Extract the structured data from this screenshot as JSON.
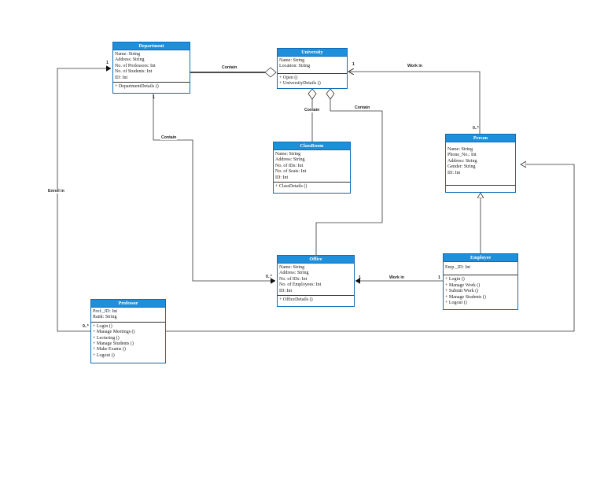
{
  "classes": {
    "department": {
      "title": "Department",
      "attributes": [
        "Name: String",
        "Address: String",
        "No. of Professors: Int",
        "No. of Students: Int",
        "ID: Int"
      ],
      "operations": [
        "+ DepartmentDetails ()"
      ]
    },
    "university": {
      "title": "University",
      "attributes": [
        "Name: String",
        "Location: String"
      ],
      "operations": [
        "+ Open ()",
        "+ UniversityDetails ()"
      ]
    },
    "classroom": {
      "title": "ClassRoom",
      "attributes": [
        "Name: String",
        "Address: String",
        "No. of IDs: Int",
        "No. of Seats: Int",
        "ID: Int"
      ],
      "operations": [
        "+ ClassDetails ()"
      ]
    },
    "person": {
      "title": "Person",
      "attributes": [
        "Name: String",
        "Phone_No.: Int",
        "Address: String",
        "Gender: String",
        "ID: Int"
      ],
      "operations": []
    },
    "office": {
      "title": "Office",
      "attributes": [
        "Name: String",
        "Address: String",
        "No. of IDs: Int",
        "No. of Employees: Int",
        "ID: Int"
      ],
      "operations": [
        "+ OfficeDetails ()"
      ]
    },
    "employee": {
      "title": "Employee",
      "attributes": [
        "Emp._ID: Int"
      ],
      "operations": [
        "+ Login ()",
        "+ Manage Work ()",
        "+ Submit Work ()",
        "+ Manage Students ()",
        "+ Logout ()"
      ]
    },
    "professor": {
      "title": "Professor",
      "attributes": [
        "Prof._ID: Int",
        "Rank: String"
      ],
      "operations": [
        "+ Login ()",
        "+ Manage Meetings ()",
        "+ Lecturing ()",
        "+ Manage Students ()",
        "+ Make Exams ()",
        "+ Logout ()"
      ]
    }
  },
  "labels": {
    "contain_dept_univ": "Contain",
    "contain_univ_class": "Contain",
    "contain_univ_office": "Contain",
    "contain_dept_office": "Contain",
    "work_in_person_univ": "Work in",
    "work_in_emp_office": "Work in",
    "enroll_in": "Enroll in"
  },
  "multiplicities": {
    "dept_left": "1",
    "dept_bottom": "1",
    "univ_right": "1",
    "person_top": "0..*",
    "office_left_many": "0..*",
    "office_right": "1",
    "emp_left": "1",
    "prof_left": "0..*"
  },
  "colors": {
    "header_fill": "#1e8fda",
    "border": "#0f6cb8",
    "line": "#333333"
  }
}
